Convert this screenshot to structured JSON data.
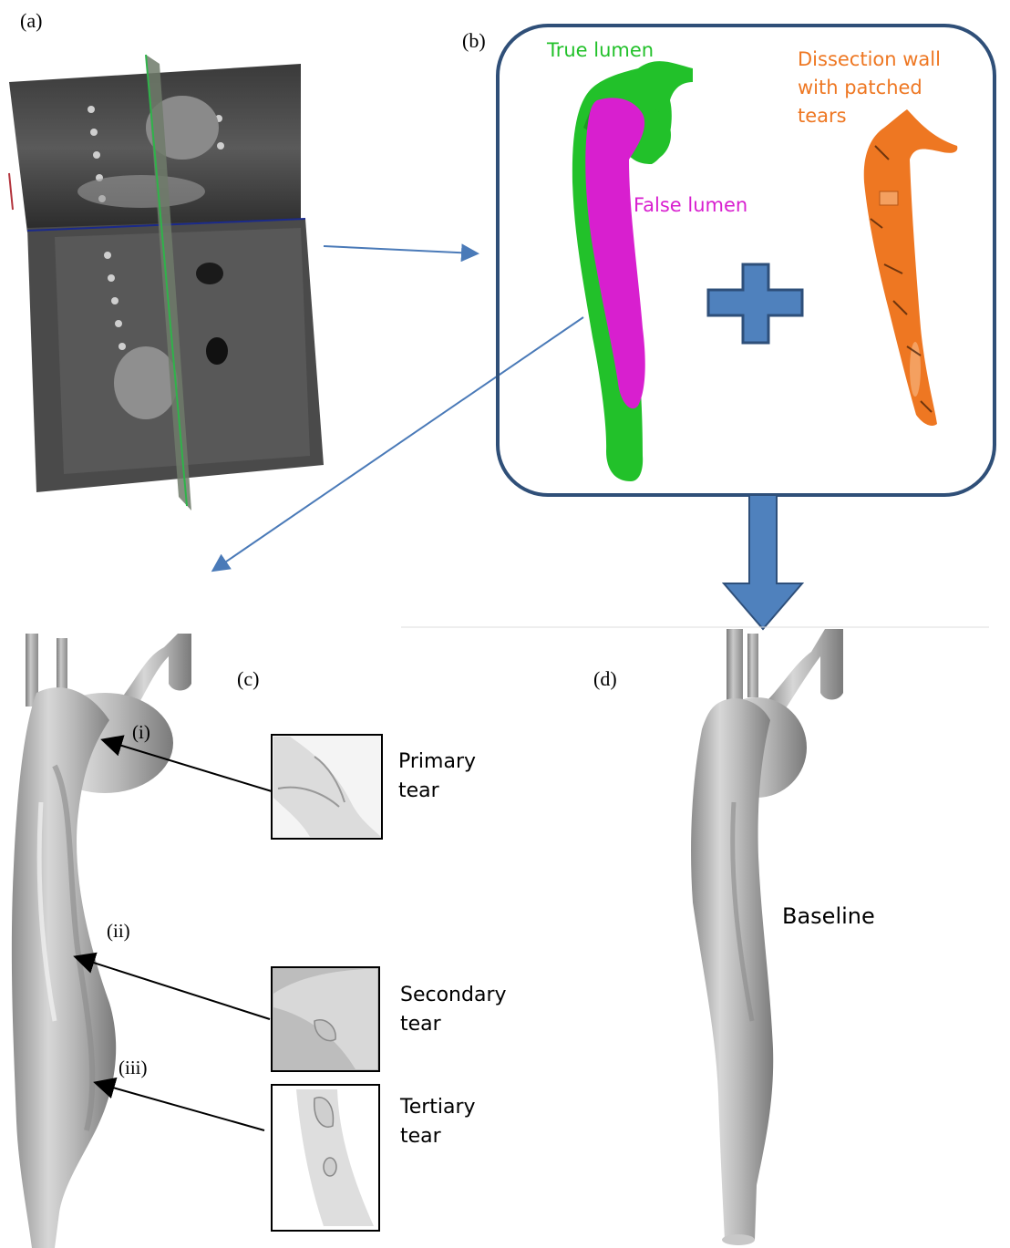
{
  "panels": {
    "a": {
      "label": "(a)"
    },
    "b": {
      "label": "(b)",
      "true_lumen": "True lumen",
      "false_lumen": "False lumen",
      "wall_line1": "Dissection wall",
      "wall_line2": "with patched",
      "wall_line3": "tears"
    },
    "c": {
      "label": "(c)",
      "markers": [
        "(i)",
        "(ii)",
        "(iii)"
      ],
      "insets": [
        {
          "line1": "Primary",
          "line2": "tear"
        },
        {
          "line1": "Secondary",
          "line2": "tear"
        },
        {
          "line1": "Tertiary",
          "line2": "tear"
        }
      ]
    },
    "d": {
      "label": "(d)",
      "caption": "Baseline"
    }
  },
  "colors": {
    "true_lumen": "#22c12a",
    "false_lumen": "#d81fcf",
    "wall": "#ee7722",
    "arrow_blue": "#4a7ab8",
    "box_border": "#2f4f78",
    "plus_fill": "#4f81bd",
    "plus_stroke": "#2e4f7a"
  }
}
